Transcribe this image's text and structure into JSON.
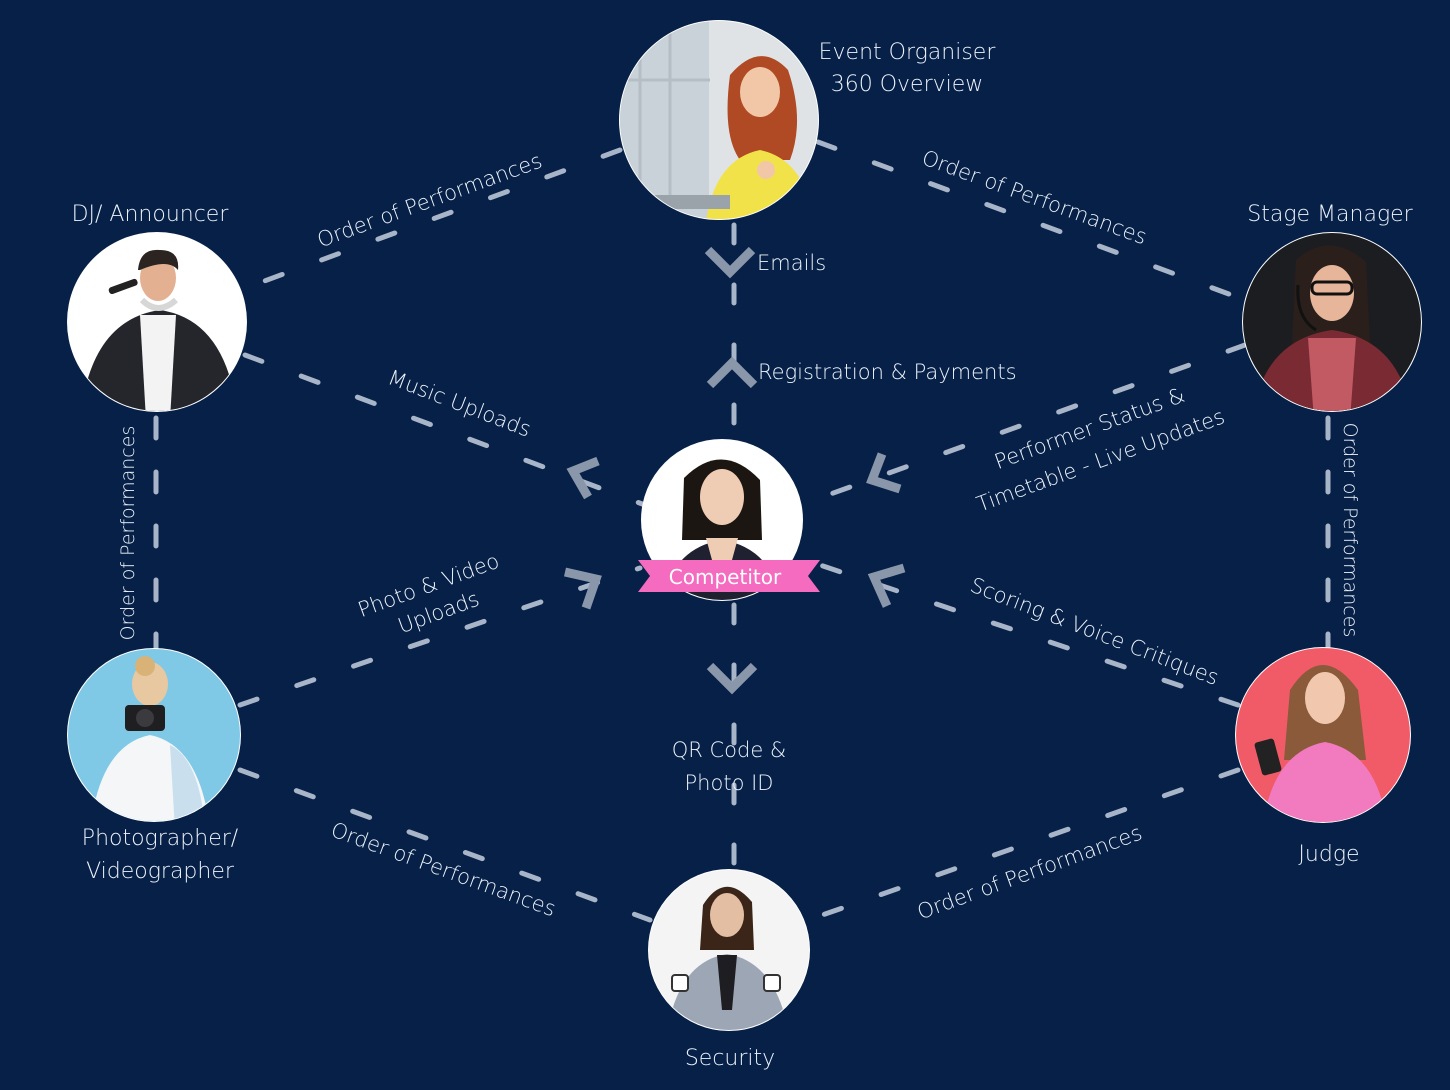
{
  "colors": {
    "background": "#062047",
    "connector": "#dfe6f1",
    "arrow": "#8a97ab",
    "label": "#eef3fb",
    "badge": "#f46bc0"
  },
  "roles": {
    "event_organiser_line1": "Event Organiser",
    "event_organiser_line2": "360 Overview",
    "dj": "DJ/ Announcer",
    "stage_manager": "Stage Manager",
    "photographer_line1": "Photographer/",
    "photographer_line2": "Videographer",
    "judge": "Judge",
    "security": "Security",
    "competitor": "Competitor"
  },
  "flows": {
    "organiser_dj": "Order of Performances",
    "organiser_stage": "Order of Performances",
    "emails": "Emails",
    "registration": "Registration & Payments",
    "music_uploads": "Music  Uploads",
    "performer_status_line1": "Performer Status &",
    "performer_status_line2": "Timetable - Live Updates",
    "photo_video_line1": "Photo & Video",
    "photo_video_line2": "Uploads",
    "scoring": "Scoring & Voice Critiques",
    "dj_photographer": "Order of Performances",
    "stage_judge": "Order of Performances",
    "qr_line1": "QR Code &",
    "qr_line2": "Photo ID",
    "photographer_security": "Order of Performances",
    "judge_security": "Order of Performances"
  }
}
